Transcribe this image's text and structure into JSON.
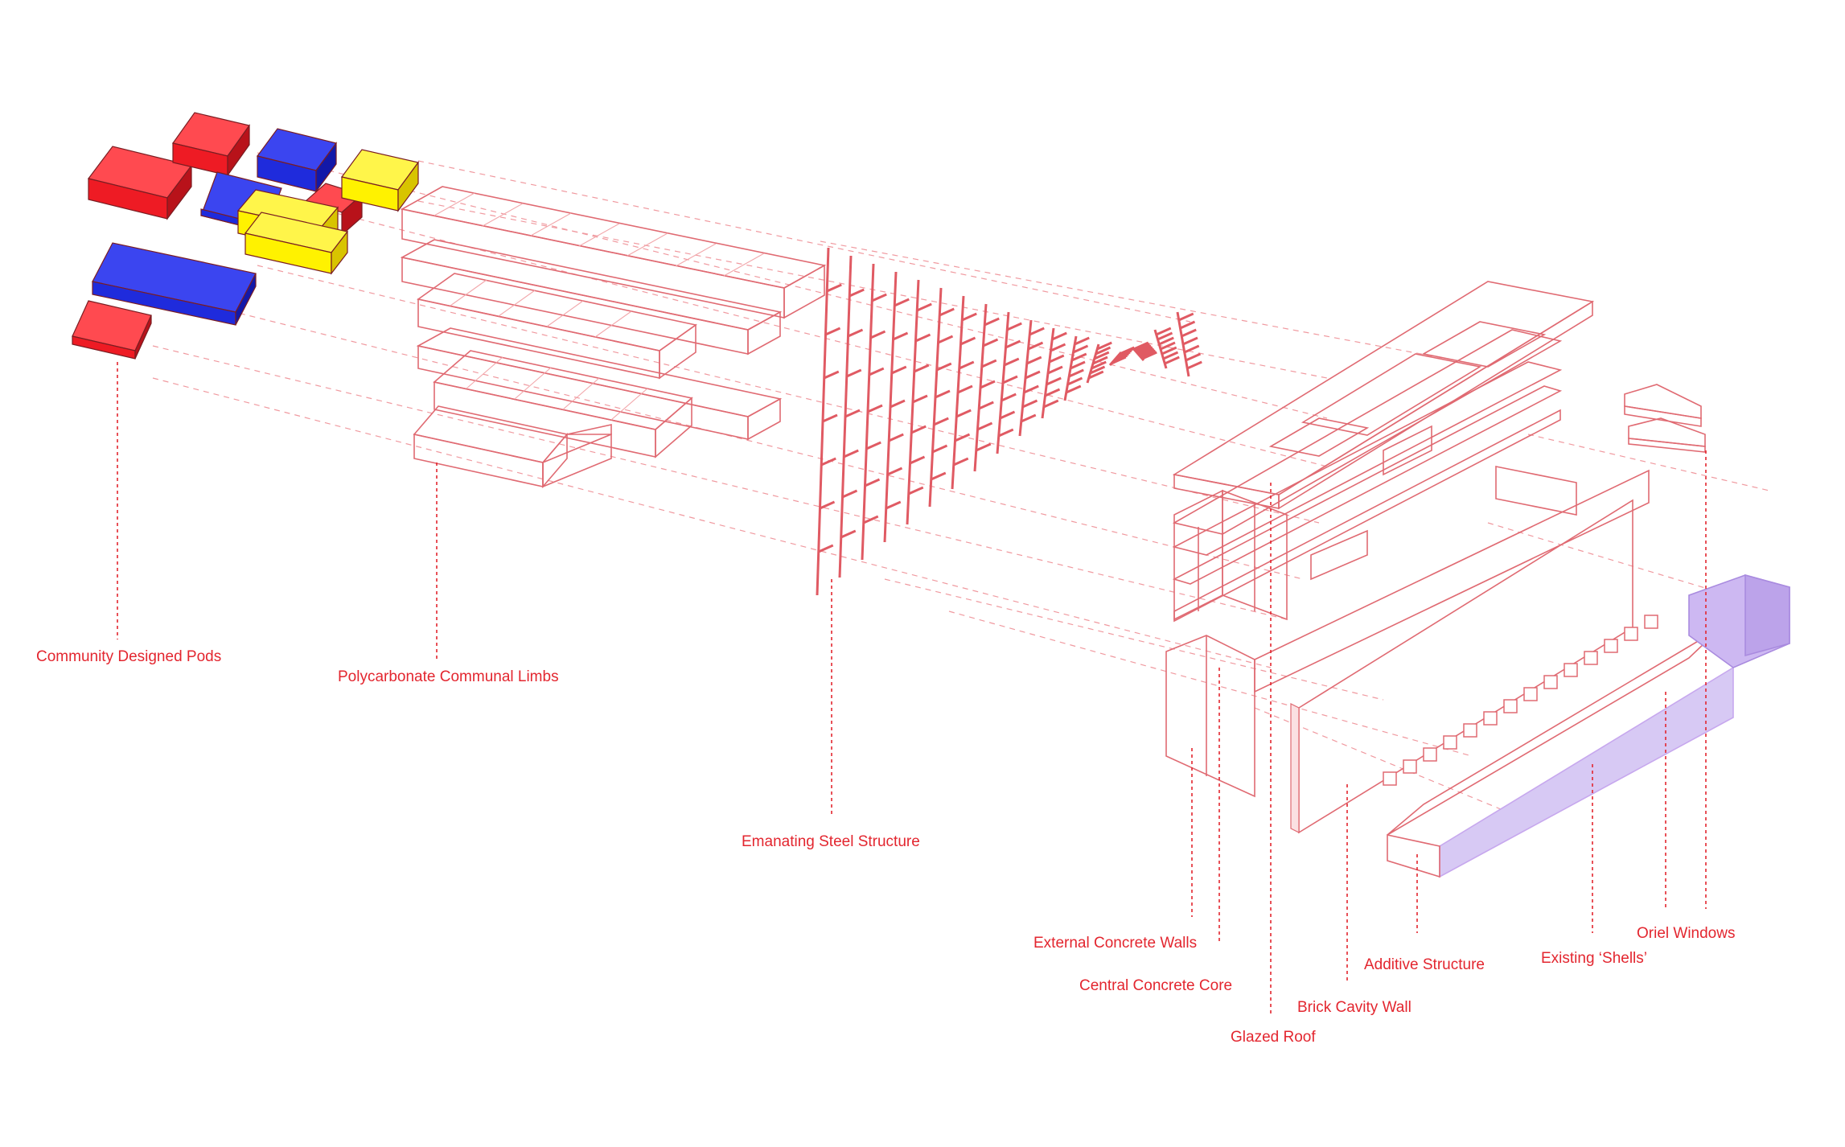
{
  "colors": {
    "label": "#e3262f",
    "pod_red": "#ee1b24",
    "pod_blue": "#1f2bdc",
    "pod_yellow": "#fff200",
    "wire": "#e06a72",
    "wall_fill": "#f8c9cc",
    "shell_fill": "#d7c9f4"
  },
  "labels": {
    "pods": "Community Designed Pods",
    "limbs": "Polycarbonate Communal Limbs",
    "steel": "Emanating Steel Structure",
    "ext_walls": "External Concrete Walls",
    "core": "Central Concrete Core",
    "glazed_roof": "Glazed Roof",
    "brick_wall": "Brick Cavity Wall",
    "additive": "Additive Structure",
    "shells": "Existing ‘Shells’",
    "oriel": "Oriel Windows"
  }
}
